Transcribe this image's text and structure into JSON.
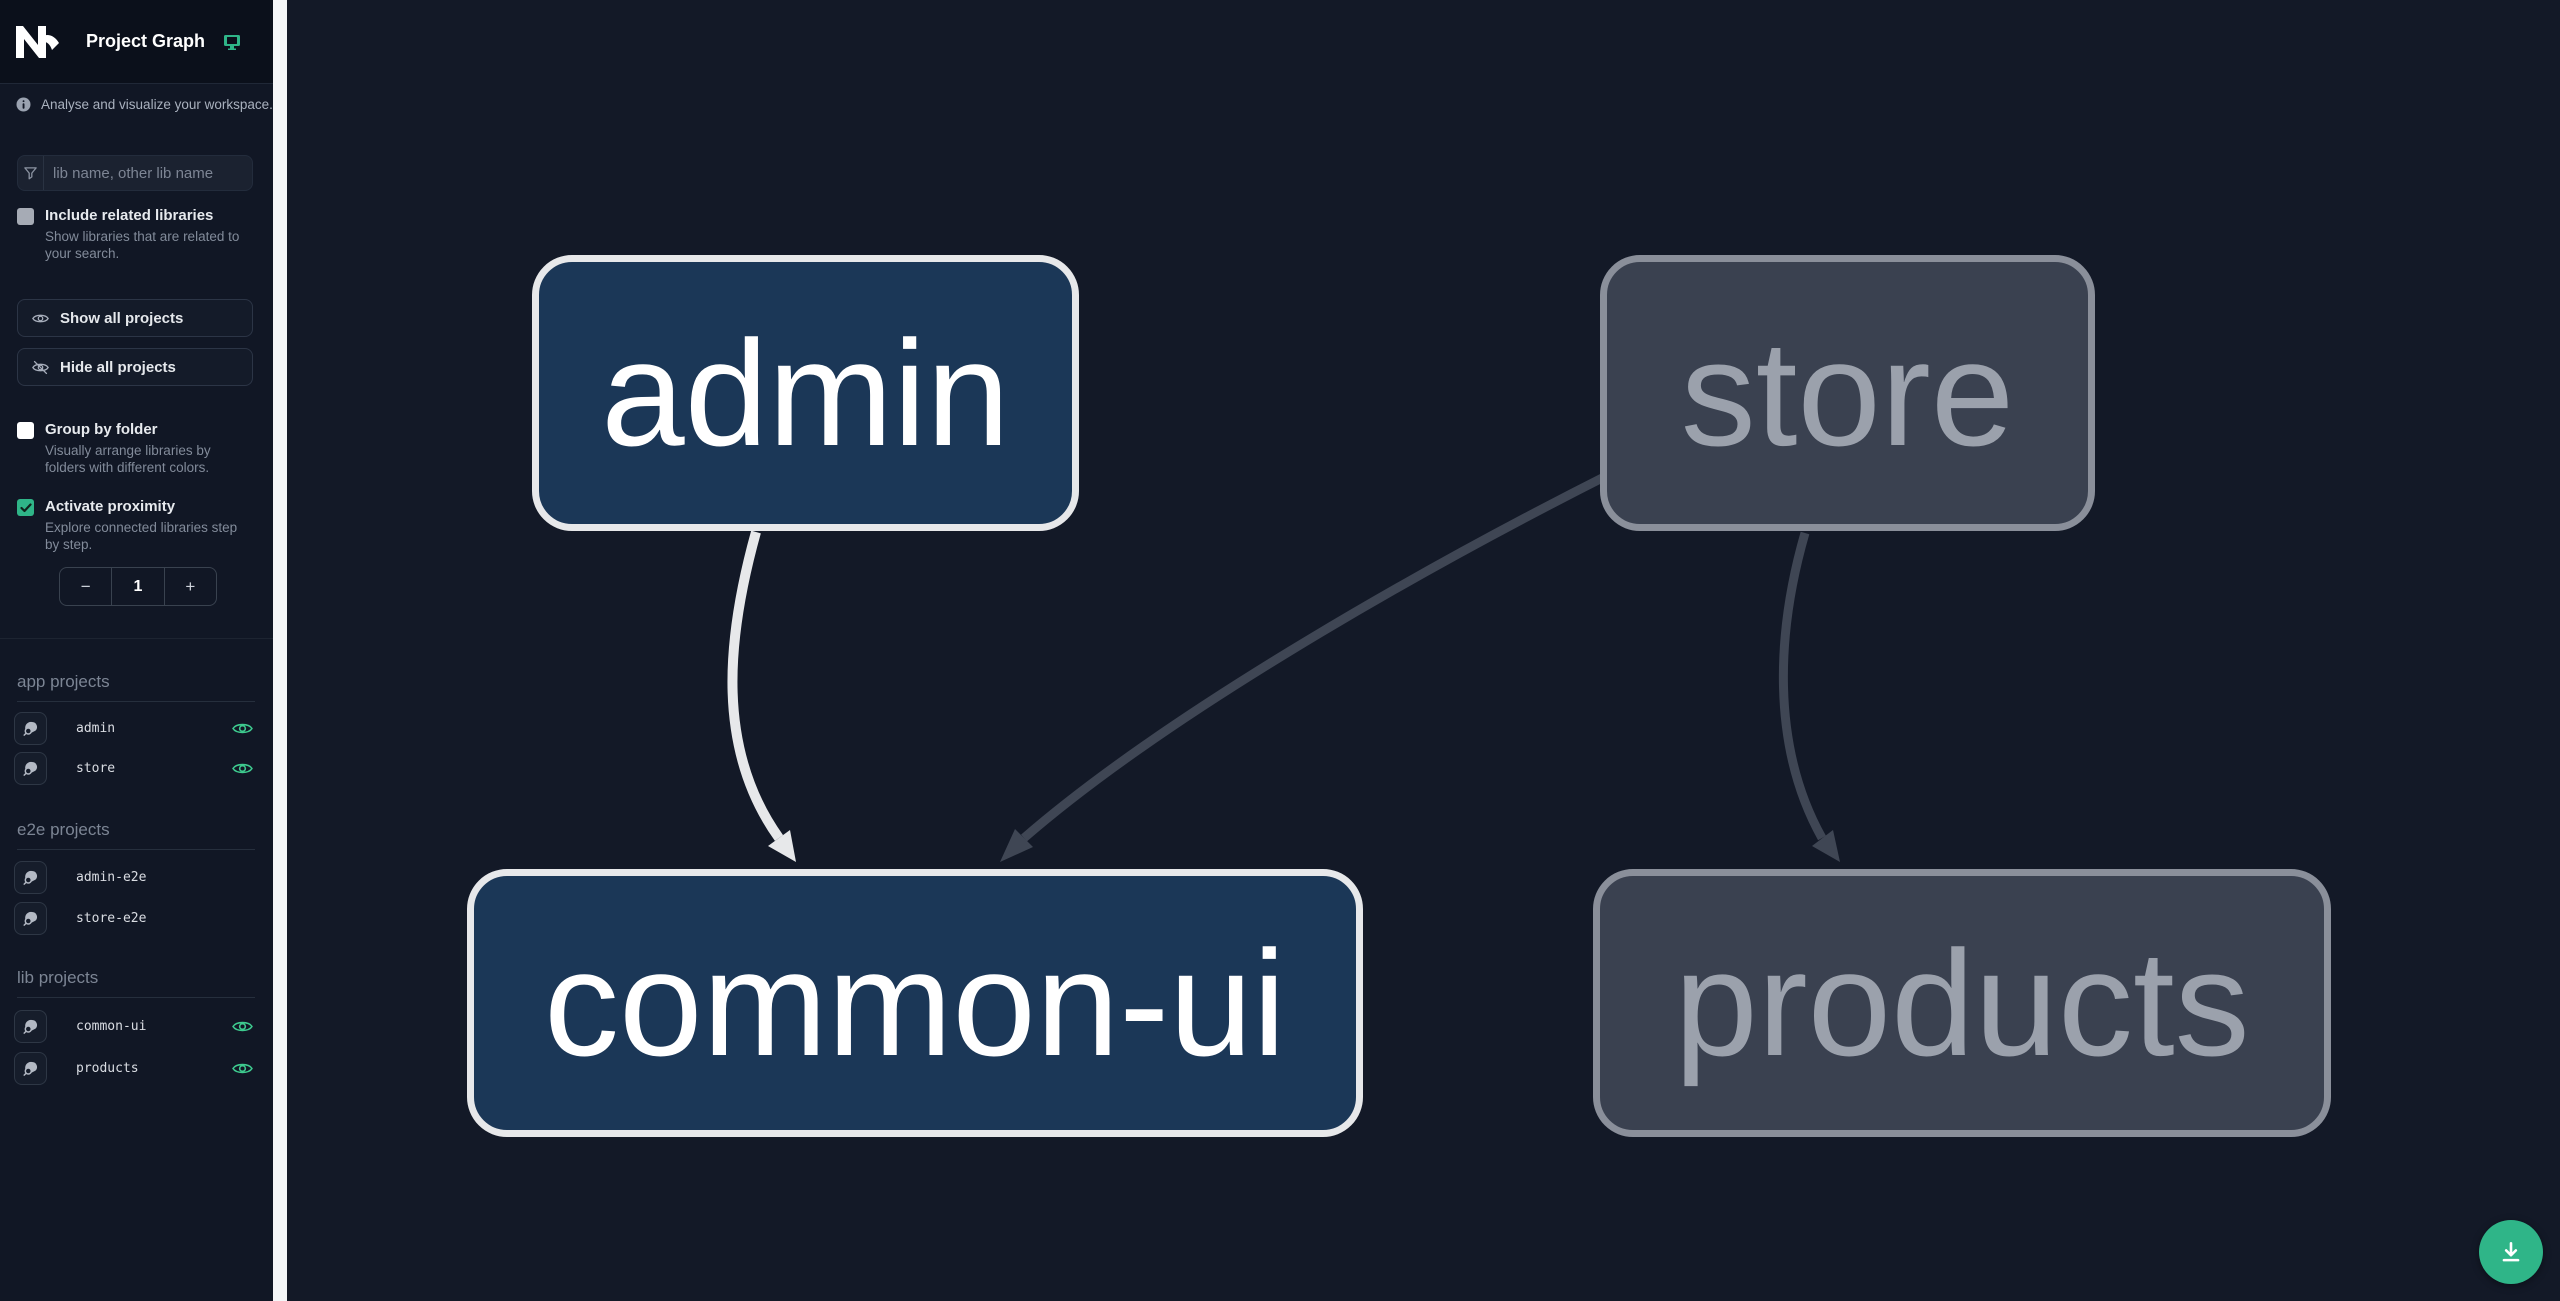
{
  "app": {
    "title": "Project Graph",
    "subtitle": "Analyse and visualize your workspace."
  },
  "search": {
    "placeholder": "lib name, other lib name"
  },
  "controls": {
    "include_related": {
      "label": "Include related libraries",
      "desc": "Show libraries that are related to your search.",
      "checked": false
    },
    "show_all_label": "Show all projects",
    "hide_all_label": "Hide all projects",
    "group_by_folder": {
      "label": "Group by folder",
      "desc": "Visually arrange libraries by folders with different colors.",
      "checked": false
    },
    "activate_proximity": {
      "label": "Activate proximity",
      "desc": "Explore connected libraries step by step.",
      "checked": true
    },
    "proximity": {
      "decrement": "−",
      "value": "1",
      "increment": "+"
    }
  },
  "sections": [
    {
      "title": "app projects",
      "items": [
        {
          "name": "admin",
          "visible": true
        },
        {
          "name": "store",
          "visible": true
        }
      ]
    },
    {
      "title": "e2e projects",
      "items": [
        {
          "name": "admin-e2e",
          "visible": false
        },
        {
          "name": "store-e2e",
          "visible": false
        }
      ]
    },
    {
      "title": "lib projects",
      "items": [
        {
          "name": "common-ui",
          "visible": true
        },
        {
          "name": "products",
          "visible": true
        }
      ]
    }
  ],
  "graph": {
    "nodes": [
      {
        "id": "admin",
        "label": "admin",
        "state": "focused"
      },
      {
        "id": "store",
        "label": "store",
        "state": "faded"
      },
      {
        "id": "common-ui",
        "label": "common-ui",
        "state": "focused"
      },
      {
        "id": "products",
        "label": "products",
        "state": "faded"
      }
    ],
    "edges": [
      {
        "from": "admin",
        "to": "common-ui",
        "state": "focused"
      },
      {
        "from": "store",
        "to": "common-ui",
        "state": "faded"
      },
      {
        "from": "store",
        "to": "products",
        "state": "faded"
      }
    ]
  },
  "colors": {
    "accent_teal": "#2fb588",
    "eye_icon": "#3ecb8f",
    "node_focused_bg": "#1b3757",
    "node_focused_border": "#e7e8ea",
    "node_faded_bg": "#3a4150",
    "node_faded_border": "#8a8f9a",
    "edge_focused": "#e7e8ea",
    "edge_faded": "#3f4654",
    "canvas_bg": "#131927",
    "sidebar_bg": "#111725"
  }
}
